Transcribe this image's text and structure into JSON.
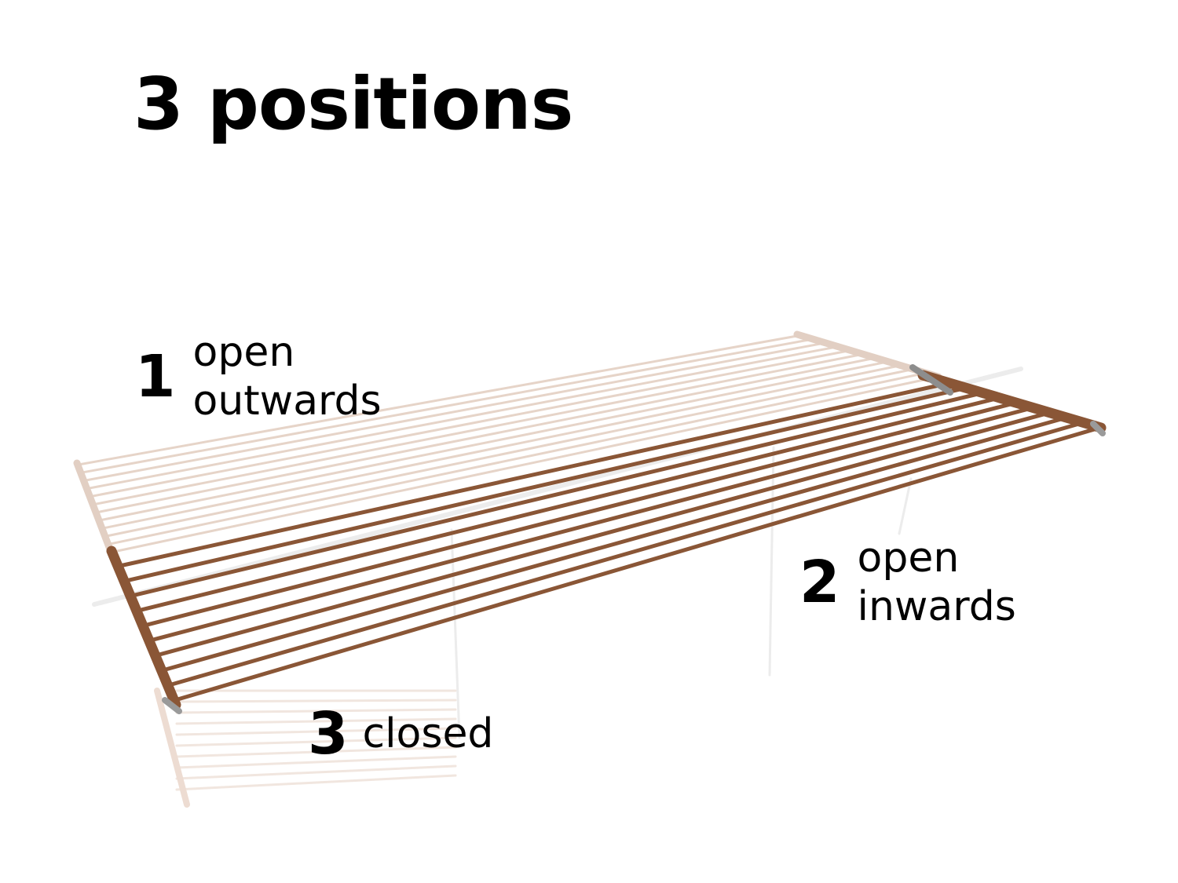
{
  "title": "3 positions",
  "positions": [
    {
      "number": "1",
      "line1": "open",
      "line2": "outwards"
    },
    {
      "number": "2",
      "line1": "open",
      "line2": "inwards"
    },
    {
      "number": "3",
      "line1": "closed"
    }
  ],
  "colors": {
    "rail_wood": "#8a5636",
    "rail_faded": "#e6d4c8",
    "wall_faded": "#ececec"
  }
}
